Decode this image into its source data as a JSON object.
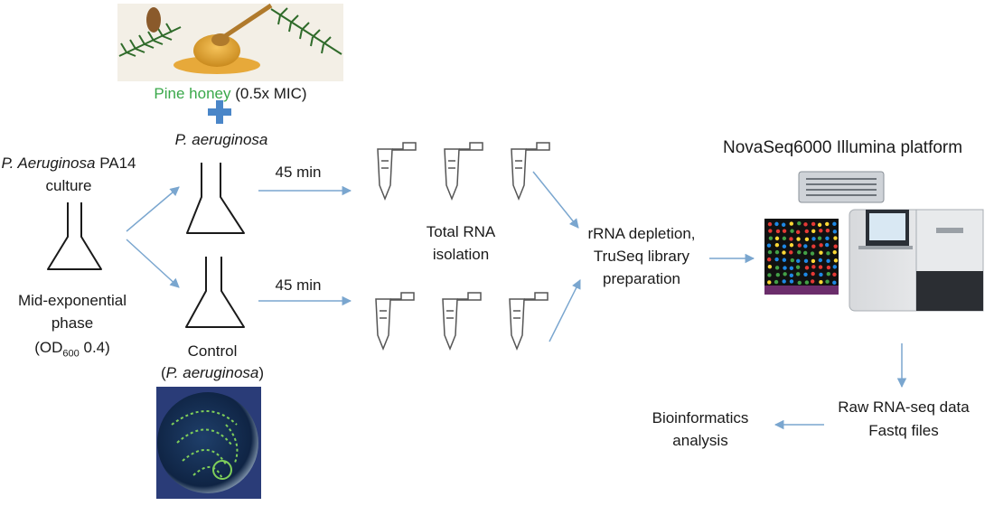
{
  "treatment": {
    "agent_name": "Pine honey",
    "agent_dose": "(0.5x MIC)",
    "organism": "P. aeruginosa",
    "plus_color": "#4a86c8",
    "agent_color": "#3aa84a"
  },
  "culture": {
    "title_italic": "P. Aeruginosa",
    "title_strain": "PA14",
    "title_line2": "culture",
    "phase_line1": "Mid-exponential",
    "phase_line2": "phase",
    "od_open": "(OD",
    "od_sub": "600",
    "od_value": "0.4)"
  },
  "control": {
    "label": "Control",
    "organism_open": "(",
    "organism": "P. aeruginosa",
    "organism_close": ")"
  },
  "incubation": {
    "top_time": "45 min",
    "bottom_time": "45 min"
  },
  "rna": {
    "line1": "Total RNA",
    "line2": "isolation"
  },
  "library": {
    "line1": "rRNA depletion,",
    "line2": "TruSeq library",
    "line3": "preparation"
  },
  "sequencer": {
    "title": "NovaSeq6000 Illumina platform"
  },
  "raw_data": {
    "line1": "Raw RNA-seq data",
    "line2": "Fastq files"
  },
  "bioinformatics": {
    "line1": "Bioinformatics",
    "line2": "analysis"
  },
  "colors": {
    "arrow": "#7aa6cf",
    "text": "#1a1a1a"
  }
}
